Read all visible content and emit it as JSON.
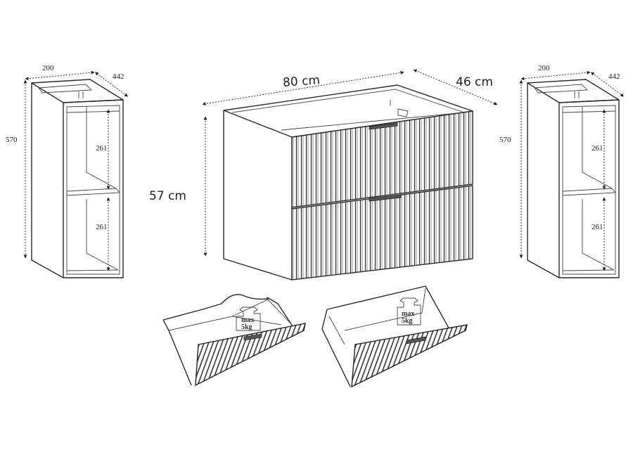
{
  "side_cabinet_left": {
    "width": "200",
    "depth": "442",
    "height": "570",
    "shelf_upper": "261",
    "shelf_lower": "261"
  },
  "side_cabinet_right": {
    "width": "200",
    "depth": "442",
    "height": "570",
    "shelf_upper": "261",
    "shelf_lower": "261"
  },
  "vanity": {
    "width": "80 cm",
    "depth": "46 cm",
    "height": "57 cm"
  },
  "drawer_top": {
    "load_label": "max",
    "load_value": "5kg"
  },
  "drawer_bottom": {
    "load_label": "max",
    "load_value": "5kg"
  }
}
